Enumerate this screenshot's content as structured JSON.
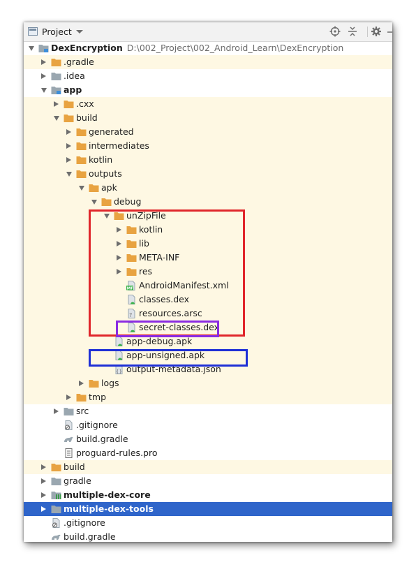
{
  "toolbar": {
    "title": "Project"
  },
  "tree": [
    {
      "label": "DexEncryption",
      "path": "D:\\002_Project\\002_Android_Learn\\DexEncryption",
      "bold": true,
      "depth": 0,
      "state": "down",
      "icon": "module-folder-icon",
      "bg": "none"
    },
    {
      "label": ".gradle",
      "depth": 1,
      "state": "right",
      "icon": "folder-orange-icon",
      "bg": "yellow"
    },
    {
      "label": ".idea",
      "depth": 1,
      "state": "right",
      "icon": "folder-gray-icon",
      "bg": "none"
    },
    {
      "label": "app",
      "bold": true,
      "depth": 1,
      "state": "down",
      "icon": "module-folder-icon",
      "bg": "none"
    },
    {
      "label": ".cxx",
      "depth": 2,
      "state": "right",
      "icon": "folder-orange-icon",
      "bg": "yellow"
    },
    {
      "label": "build",
      "depth": 2,
      "state": "down",
      "icon": "folder-orange-icon",
      "bg": "yellow"
    },
    {
      "label": "generated",
      "depth": 3,
      "state": "right",
      "icon": "folder-orange-icon",
      "bg": "yellow"
    },
    {
      "label": "intermediates",
      "depth": 3,
      "state": "right",
      "icon": "folder-orange-icon",
      "bg": "yellow"
    },
    {
      "label": "kotlin",
      "depth": 3,
      "state": "right",
      "icon": "folder-orange-icon",
      "bg": "yellow"
    },
    {
      "label": "outputs",
      "depth": 3,
      "state": "down",
      "icon": "folder-orange-icon",
      "bg": "yellow"
    },
    {
      "label": "apk",
      "depth": 4,
      "state": "down",
      "icon": "folder-orange-icon",
      "bg": "yellow"
    },
    {
      "label": "debug",
      "depth": 5,
      "state": "down",
      "icon": "folder-orange-icon",
      "bg": "yellow"
    },
    {
      "label": "unZipFile",
      "depth": 6,
      "state": "down",
      "icon": "folder-orange-icon",
      "bg": "yellow"
    },
    {
      "label": "kotlin",
      "depth": 7,
      "state": "right",
      "icon": "folder-orange-icon",
      "bg": "yellow"
    },
    {
      "label": "lib",
      "depth": 7,
      "state": "right",
      "icon": "folder-orange-icon",
      "bg": "yellow"
    },
    {
      "label": "META-INF",
      "depth": 7,
      "state": "right",
      "icon": "folder-orange-icon",
      "bg": "yellow"
    },
    {
      "label": "res",
      "depth": 7,
      "state": "right",
      "icon": "folder-orange-icon",
      "bg": "yellow"
    },
    {
      "label": "AndroidManifest.xml",
      "depth": 7,
      "state": "none",
      "icon": "manifest-file-icon",
      "bg": "yellow"
    },
    {
      "label": "classes.dex",
      "depth": 7,
      "state": "none",
      "icon": "dex-file-icon",
      "bg": "yellow"
    },
    {
      "label": "resources.arsc",
      "depth": 7,
      "state": "none",
      "icon": "unknown-file-icon",
      "bg": "yellow"
    },
    {
      "label": "secret-classes.dex",
      "depth": 7,
      "state": "none",
      "icon": "dex-file-icon",
      "bg": "yellow"
    },
    {
      "label": "app-debug.apk",
      "depth": 6,
      "state": "none",
      "icon": "apk-file-icon",
      "bg": "yellow"
    },
    {
      "label": "app-unsigned.apk",
      "depth": 6,
      "state": "none",
      "icon": "apk-file-icon",
      "bg": "yellow"
    },
    {
      "label": "output-metadata.json",
      "depth": 6,
      "state": "none",
      "icon": "json-file-icon",
      "bg": "yellow"
    },
    {
      "label": "logs",
      "depth": 4,
      "state": "right",
      "icon": "folder-orange-icon",
      "bg": "yellow"
    },
    {
      "label": "tmp",
      "depth": 3,
      "state": "right",
      "icon": "folder-orange-icon",
      "bg": "yellow"
    },
    {
      "label": "src",
      "depth": 2,
      "state": "right",
      "icon": "folder-gray-icon",
      "bg": "none"
    },
    {
      "label": ".gitignore",
      "depth": 2,
      "state": "none",
      "icon": "gitignore-file-icon",
      "bg": "none"
    },
    {
      "label": "build.gradle",
      "depth": 2,
      "state": "none",
      "icon": "gradle-file-icon",
      "bg": "none"
    },
    {
      "label": "proguard-rules.pro",
      "depth": 2,
      "state": "none",
      "icon": "text-file-icon",
      "bg": "none"
    },
    {
      "label": "build",
      "depth": 1,
      "state": "right",
      "icon": "folder-orange-icon",
      "bg": "yellow"
    },
    {
      "label": "gradle",
      "depth": 1,
      "state": "right",
      "icon": "folder-gray-icon",
      "bg": "none"
    },
    {
      "label": "multiple-dex-core",
      "bold": true,
      "depth": 1,
      "state": "right",
      "icon": "library-module-icon",
      "bg": "none"
    },
    {
      "label": "multiple-dex-tools",
      "bold": true,
      "depth": 1,
      "state": "right",
      "icon": "folder-gray-icon",
      "bg": "selected"
    },
    {
      "label": ".gitignore",
      "depth": 1,
      "state": "none",
      "icon": "gitignore-file-icon",
      "bg": "none"
    },
    {
      "label": "build.gradle",
      "depth": 1,
      "state": "none",
      "icon": "gradle-file-icon",
      "bg": "none"
    }
  ],
  "colors": {
    "annotation_red": "#e0262b",
    "annotation_purple": "#8a2be2",
    "annotation_blue": "#1e2fd6",
    "selection": "#2f65ca",
    "excluded_highlight": "#fef8e3",
    "folder_orange": "#e8a341",
    "folder_gray": "#9aa7b0"
  }
}
